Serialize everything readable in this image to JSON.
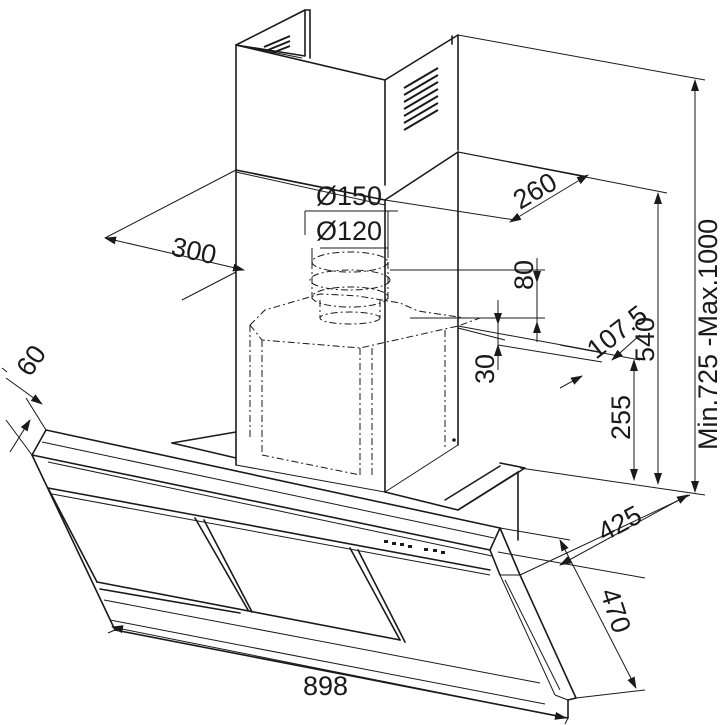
{
  "dimensions": {
    "chimney_depth": "300",
    "outlet_outer": "Ø150",
    "outlet_inner": "Ø120",
    "chimney_width": "260",
    "outlet_height": "80",
    "outlet_offset": "30",
    "rear_offset": "107.5",
    "bracket_height": "255",
    "lower_height": "540",
    "total_height": "Min.725 -Max.1000",
    "canopy_thickness": "60",
    "canopy_depth": "425",
    "canopy_width": "898",
    "glass_depth": "470"
  }
}
